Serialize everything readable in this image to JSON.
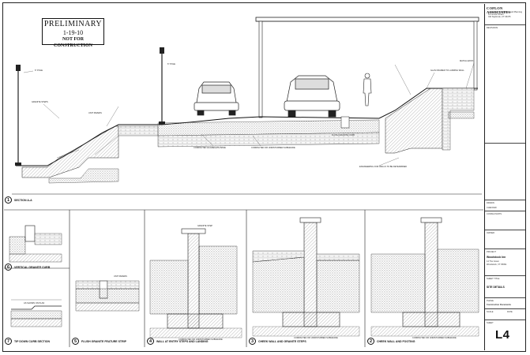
{
  "stamp": {
    "title": "PRELIMINARY",
    "date": "1-19-10",
    "note": "NOT FOR CONSTRUCTION"
  },
  "title_block": {
    "firm": "COPLON ASSOCIATES",
    "firm_sub": "Landscape Architecture and Planning",
    "firm_addr1": "12 Lincoln Street",
    "firm_addr2": "Old Saybrook, CT 06475",
    "revisions_label": "REVISIONS",
    "drawn_label": "DRAWN",
    "checked_label": "CHECKED",
    "consultants_label": "CONSULTANTS",
    "owner_label": "OWNER",
    "project_label": "PROJECT",
    "project_name": "Woodstock Inn",
    "project_addr1": "14 The Green",
    "project_addr2": "Woodstock, VT 05091",
    "sheet_title_label": "SHEET TITLE",
    "sheet_title": "SITE DETAILS",
    "phase_label": "PHASE",
    "phase": "Construction Documents",
    "scale_label": "SCALE",
    "date_label": "DATE",
    "sheet_label": "SHEET",
    "sheet_number": "L4"
  },
  "details": [
    {
      "num": "1",
      "title": "SECTION A-A"
    },
    {
      "num": "6",
      "title": "VERTICAL GRANITE CURB"
    },
    {
      "num": "7",
      "title": "TIP DOWN CURB SECTION"
    },
    {
      "num": "5",
      "title": "FLUSH GRANITE FEATURE STRIP"
    },
    {
      "num": "4",
      "title": "WALL AT ENTRY STEPS AND LANDING"
    },
    {
      "num": "3",
      "title": "CHEEK WALL AND GRANITE STEPS"
    },
    {
      "num": "2",
      "title": "CHEEK WALL AND FOOTING"
    }
  ],
  "annotations": {
    "a1": "6\" POLE",
    "a2": "GRANITE STEPS",
    "a3": "UNIT PAVERS",
    "a4": "COMPACTED AGGREGATE BASE",
    "a5": "COMPACTED OR UNDISTURBED SUBGRADE",
    "a6": "FLUSH GRANITE CURB",
    "a7": "6\" POLE",
    "a8": "ENGINEERING FOR WALLS TO BE DETERMINED",
    "a9": "GLAS FRAMED TO LANDING WALL",
    "a10": "MATCH EXIST.",
    "a11": "AS SHOWN ON PLAN",
    "a12": "UNIT PAVERS",
    "a13": "COMPACTED OR UNDISTURBED SUBGRADE",
    "a14": "COMPACTED OR UNDISTURBED SUBGRADE",
    "a15": "COMPACTED OR UNDISTURBED SUBGRADE",
    "a16": "GRANITE STEP"
  }
}
